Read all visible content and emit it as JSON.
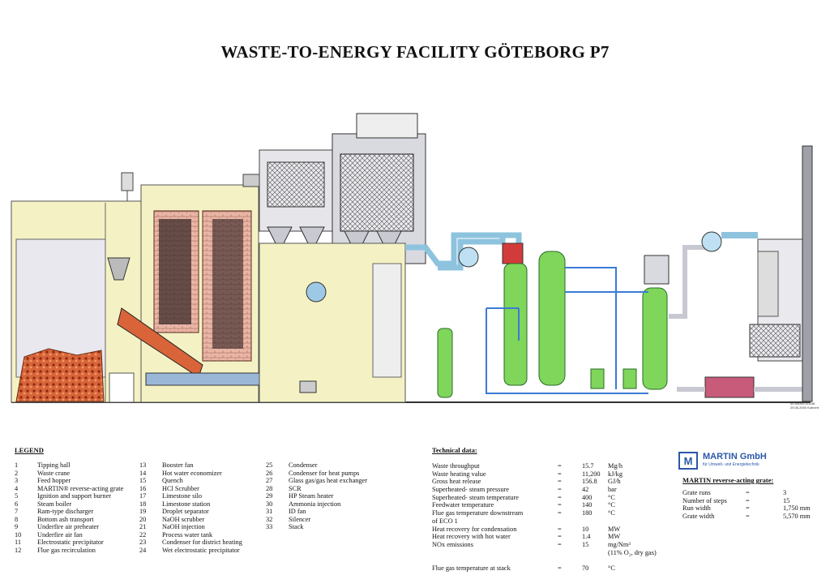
{
  "title": "WASTE-TO-ENERGY FACILITY GÖTEBORG P7",
  "diagram_note": [
    "00-00000-G0156",
    "29.06.2000 Kuhnert"
  ],
  "legend": {
    "heading": "LEGEND",
    "items": [
      {
        "n": "1",
        "t": "Tipping hall"
      },
      {
        "n": "2",
        "t": "Waste crane"
      },
      {
        "n": "3",
        "t": "Feed hopper"
      },
      {
        "n": "4",
        "t": "MARTIN® reverse-acting grate"
      },
      {
        "n": "5",
        "t": "Ignition and support burner"
      },
      {
        "n": "6",
        "t": "Steam boiler"
      },
      {
        "n": "7",
        "t": "Ram-type discharger"
      },
      {
        "n": "8",
        "t": "Bottom ash transport"
      },
      {
        "n": "9",
        "t": "Underfire air preheater"
      },
      {
        "n": "10",
        "t": "Underfire air fan"
      },
      {
        "n": "11",
        "t": "Electrostatic precipitator"
      },
      {
        "n": "12",
        "t": "Flue gas recirculation"
      },
      {
        "n": "13",
        "t": "Booster fan"
      },
      {
        "n": "14",
        "t": "Hot water economizer"
      },
      {
        "n": "15",
        "t": "Quench"
      },
      {
        "n": "16",
        "t": "HCl Scrubber"
      },
      {
        "n": "17",
        "t": "Limestone silo"
      },
      {
        "n": "18",
        "t": "Limestone station"
      },
      {
        "n": "19",
        "t": "Droplet separator"
      },
      {
        "n": "20",
        "t": "NaOH scrubber"
      },
      {
        "n": "21",
        "t": "NaOH injection"
      },
      {
        "n": "22",
        "t": "Process water tank"
      },
      {
        "n": "23",
        "t": "Condenser for district heating"
      },
      {
        "n": "24",
        "t": "Wet electrostatic precipitator"
      },
      {
        "n": "25",
        "t": "Condenser"
      },
      {
        "n": "26",
        "t": "Condenser for heat pumps"
      },
      {
        "n": "27",
        "t": "Glass gas/gas heat exchanger"
      },
      {
        "n": "28",
        "t": "SCR"
      },
      {
        "n": "29",
        "t": "HP Steam heater"
      },
      {
        "n": "30",
        "t": "Ammonia injection"
      },
      {
        "n": "31",
        "t": "ID fan"
      },
      {
        "n": "32",
        "t": "Silencer"
      },
      {
        "n": "33",
        "t": "Stack"
      }
    ]
  },
  "technical": {
    "heading": "Technical data:",
    "rows": [
      {
        "label": "Waste throughput",
        "eq": "=",
        "value": "15.7",
        "unit": "Mg/h"
      },
      {
        "label": "Waste heating value",
        "eq": "=",
        "value": "11,200",
        "unit": "kJ/kg"
      },
      {
        "label": "Gross heat release",
        "eq": "=",
        "value": "156.8",
        "unit": "GJ/h"
      },
      {
        "label": "Superheated- steam pressure",
        "eq": "=",
        "value": "42",
        "unit": "bar"
      },
      {
        "label": "Superheated- steam temperature",
        "eq": "=",
        "value": "400",
        "unit": "°C"
      },
      {
        "label": "Feedwater temperature",
        "eq": "=",
        "value": "140",
        "unit": "°C"
      },
      {
        "label": "Flue gas temperature downstream",
        "eq": "=",
        "value": "180",
        "unit": "°C"
      },
      {
        "label": "of ECO 1",
        "eq": "",
        "value": "",
        "unit": ""
      },
      {
        "label": "Heat recovery for condensation",
        "eq": "=",
        "value": "10",
        "unit": "MW"
      },
      {
        "label": "Heat recovery with hot water",
        "eq": "=",
        "value": "1.4",
        "unit": "MW"
      },
      {
        "label": "NOx emissions",
        "eq": "=",
        "value": "15",
        "unit": "mg/Nm³"
      },
      {
        "label": "",
        "eq": "",
        "value": "",
        "unit": "(11% O₂, dry gas)"
      },
      {
        "label": "",
        "eq": "",
        "value": "",
        "unit": ""
      },
      {
        "label": "Flue gas temperature at stack",
        "eq": "=",
        "value": "70",
        "unit": "°C"
      }
    ]
  },
  "company": {
    "name": "MARTIN GmbH",
    "sub": "für Umwelt- und Energietechnik",
    "logo": "M"
  },
  "grate": {
    "heading": "MARTIN reverse-acting grate:",
    "rows": [
      {
        "label": "Grate runs",
        "eq": "=",
        "value": "3"
      },
      {
        "label": "Number of steps",
        "eq": "=",
        "value": "15"
      },
      {
        "label": "Run width",
        "eq": "=",
        "value": "1,750 mm"
      },
      {
        "label": "Grate width",
        "eq": "=",
        "value": "5,570 mm"
      }
    ]
  },
  "colors": {
    "building": "#f4f2c4",
    "boiler": "#e9b6a6",
    "pipe": "#8ec3de",
    "scrubber": "#7fd65a",
    "waste": "#c0502e",
    "duct": "#c8c8d2"
  }
}
